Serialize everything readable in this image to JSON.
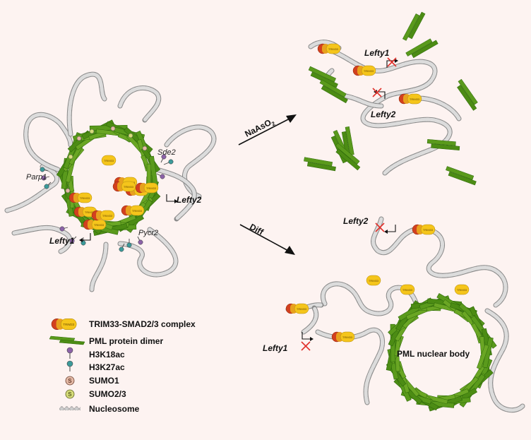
{
  "conditions": {
    "arsenite": {
      "prefix": "NaAsO",
      "subscript": "2"
    },
    "differentiation": "Diff"
  },
  "genes": {
    "lefty1": "Lefty1",
    "lefty2": "Lefty2",
    "sde2": "Sde2",
    "parp1": "Parp1",
    "pycr2": "Pycr2"
  },
  "complex_label": "TRIM33",
  "nuclear_body_label": "PML nuclear body",
  "legend": [
    {
      "label": "TRIM33-SMAD2/3 complex",
      "icon": "trim33-smad-complex-icon"
    },
    {
      "label": "PML protein dimer",
      "icon": "pml-dimer-icon"
    },
    {
      "label": "H3K18ac",
      "icon": "h3k18ac-icon"
    },
    {
      "label": "H3K27ac",
      "icon": "h3k27ac-icon"
    },
    {
      "label": "SUMO1",
      "icon": "sumo1-icon",
      "glyph": "S"
    },
    {
      "label": "SUMO2/3",
      "icon": "sumo23-icon",
      "glyph": "S"
    },
    {
      "label": "Nucleosome",
      "icon": "nucleosome-icon"
    }
  ],
  "colors": {
    "background": "#fdf3f1",
    "pml_green": "#5a9a1c",
    "pml_dark": "#2f6a0a",
    "trim33_yellow": "#f5c51b",
    "smad_orange": "#e8a11e",
    "smad_red": "#d2401f",
    "nucleosome": "#c8c8c8",
    "h3k18ac": "#8c63a8",
    "h3k27ac": "#3c9a9a",
    "sumo1": "#e4b9a6",
    "sumo23": "#d6dc7a",
    "inhibit_red": "#e0302a"
  }
}
